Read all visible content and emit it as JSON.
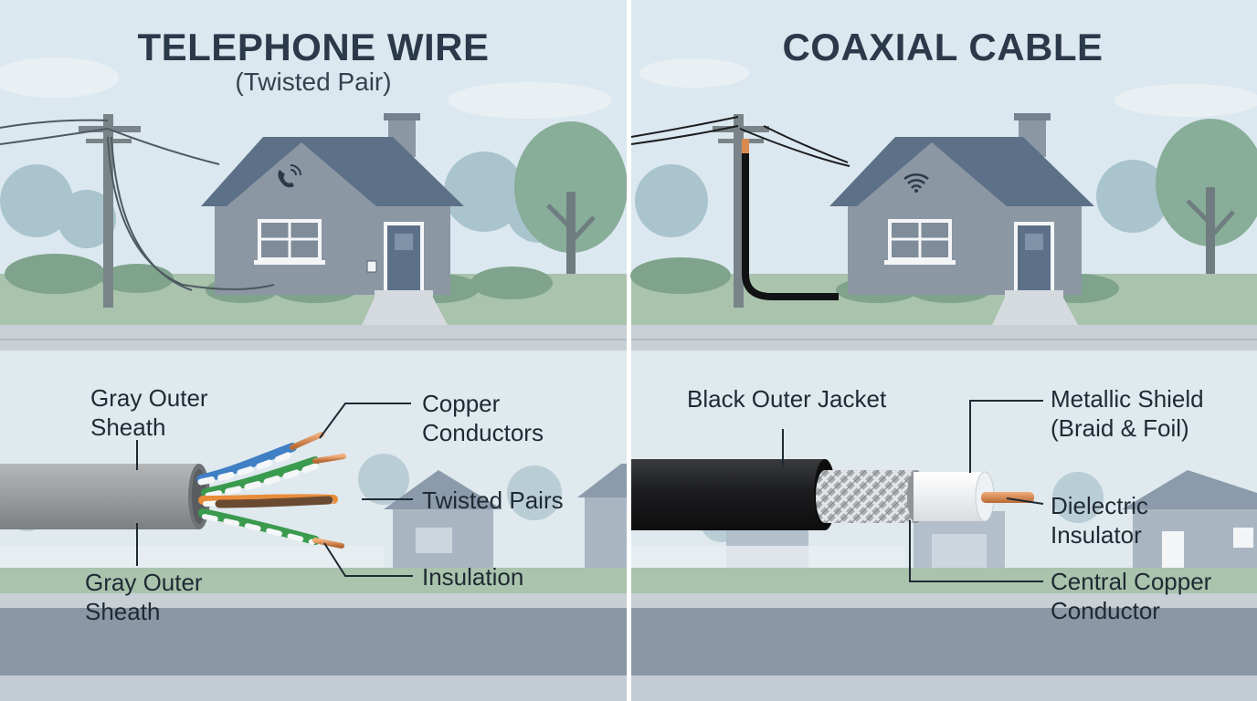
{
  "left_panel": {
    "title": "TELEPHONE WIRE",
    "subtitle": "(Twisted Pair)",
    "labels": {
      "sheath_top_line1": "Gray Outer",
      "sheath_top_line2": "Sheath",
      "sheath_bottom_line1": "Gray Outer",
      "sheath_bottom_line2": "Sheath",
      "copper_line1": "Copper",
      "copper_line2": "Conductors",
      "twisted_pairs": "Twisted Pairs",
      "insulation": "Insulation"
    },
    "house_icon": "phone-icon"
  },
  "right_panel": {
    "title": "COAXIAL CABLE",
    "labels": {
      "jacket": "Black Outer Jacket",
      "shield_line1": "Metallic Shield",
      "shield_line2": "(Braid & Foil)",
      "dielectric_line1": "Dielectric",
      "dielectric_line2": "Insulator",
      "central_line1": "Central Copper",
      "central_line2": "Conductor"
    },
    "house_icon": "wifi-icon"
  },
  "colors": {
    "sky": "#dce8ef",
    "house": "#8c97a4",
    "roof": "#5c7088",
    "grass": "#a9c3ad",
    "road": "#8a97a5",
    "copper": "#d98a4f",
    "gray_sheath": "#9a9d9f",
    "black_jacket": "#1c1d1f",
    "dielectric": "#f4f6f7"
  }
}
